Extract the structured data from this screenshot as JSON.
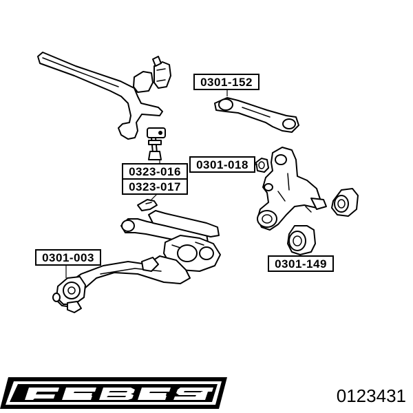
{
  "parts": {
    "p0301_152": "0301-152",
    "p0301_018": "0301-018",
    "p0323_016": "0323-016",
    "p0323_017": "0323-017",
    "p0301_003": "0301-003",
    "p0301_149": "0301-149"
  },
  "brand": {
    "logo_text": "FEBEST",
    "article_number": "0123431"
  }
}
